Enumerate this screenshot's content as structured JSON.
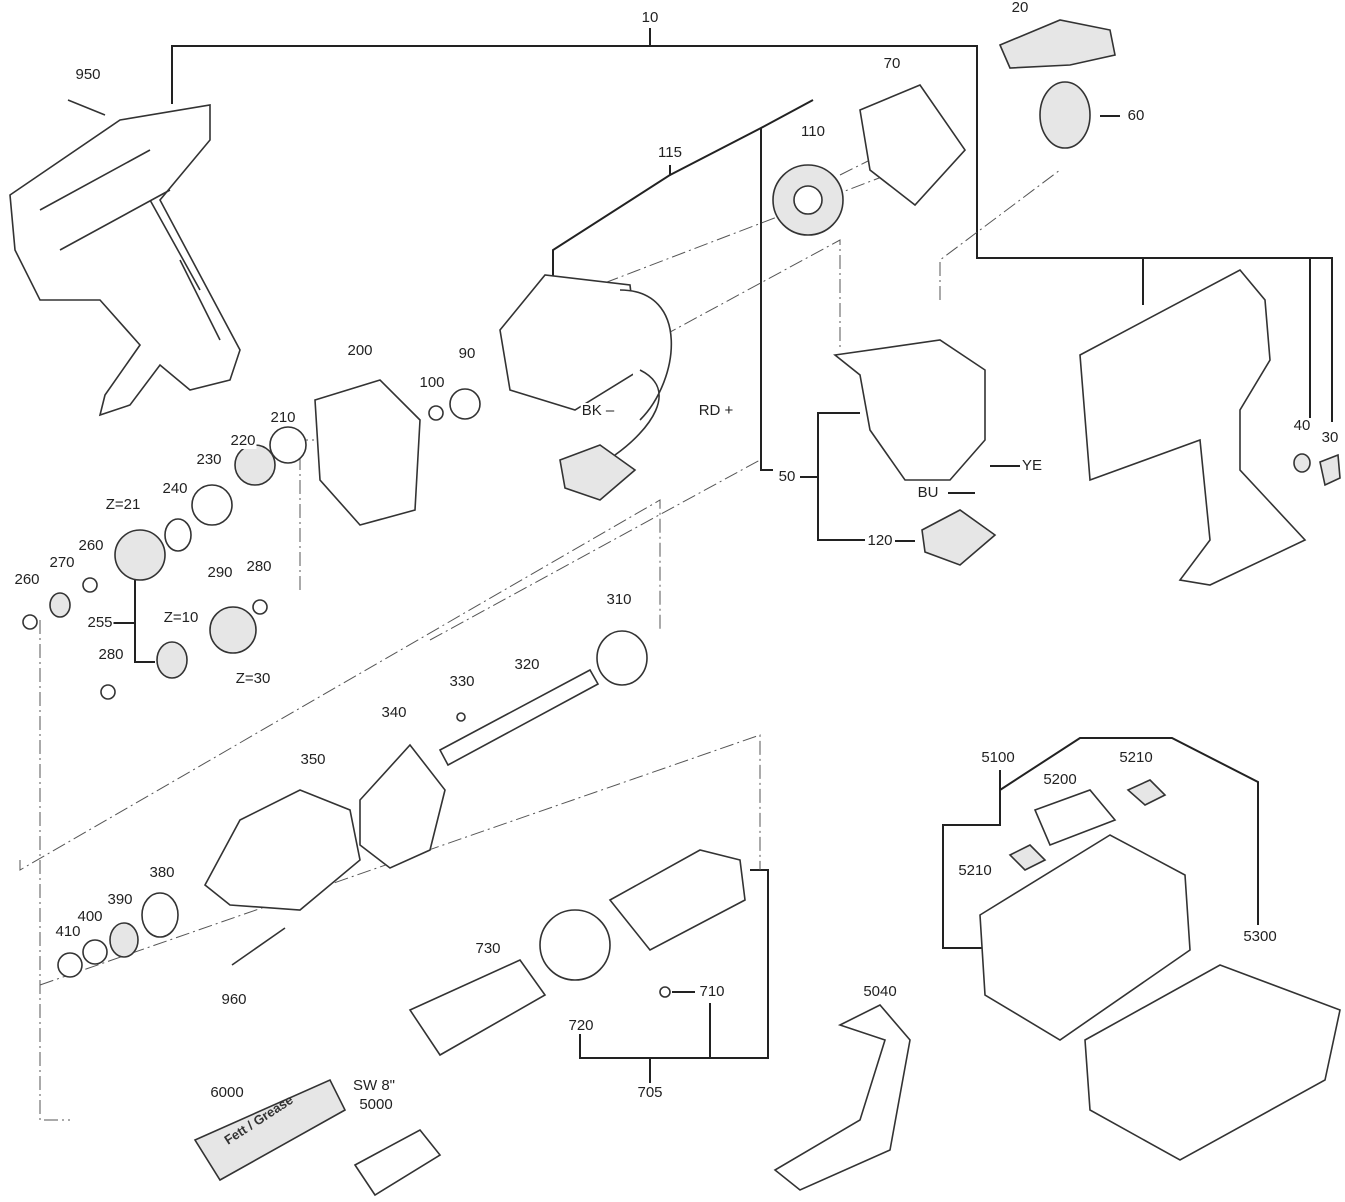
{
  "labels": [
    "10",
    "20",
    "950",
    "70",
    "60",
    "110",
    "115",
    "200",
    "90",
    "100",
    "BK –",
    "RD +",
    "210",
    "220",
    "230",
    "240",
    "Z=21",
    "260",
    "270",
    "260",
    "255",
    "290",
    "280",
    "Z=10",
    "280",
    "Z=30",
    "310",
    "320",
    "330",
    "340",
    "350",
    "380",
    "390",
    "400",
    "410",
    "960",
    "730",
    "720",
    "710",
    "705",
    "6000",
    "SW 8\"",
    "5000",
    "5040",
    "5100",
    "5200",
    "5210",
    "5210",
    "5300",
    "50",
    "120",
    "YE",
    "BU",
    "40",
    "30"
  ],
  "grease_tube_text": "Fett / Grease"
}
